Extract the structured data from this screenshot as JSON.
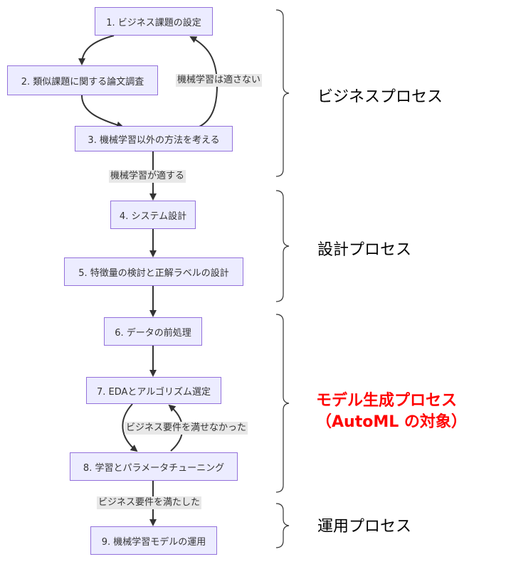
{
  "nodes": {
    "n1": "1. ビジネス課題の設定",
    "n2": "2. 類似課題に関する論文調査",
    "n3": "3. 機械学習以外の方法を考える",
    "n4": "4. システム設計",
    "n5": "5. 特徴量の検討と正解ラベルの設計",
    "n6": "6. データの前処理",
    "n7": "7. EDAとアルゴリズム選定",
    "n8": "8. 学習とパラメータチューニング",
    "n9": "9. 機械学習モデルの運用"
  },
  "edge_labels": {
    "ml_not_suitable": "機械学習は適さない",
    "ml_suitable": "機械学習が適する",
    "biz_not_met": "ビジネス要件を満せなかった",
    "biz_met": "ビジネス要件を満たした"
  },
  "groups": {
    "business": "ビジネスプロセス",
    "design": "設計プロセス",
    "model_line1": "モデル生成プロセス",
    "model_line2": "（AutoML の対象）",
    "operation": "運用プロセス"
  },
  "colors": {
    "node_fill": "#ececff",
    "node_border": "#9370db",
    "edge": "#333333",
    "label_bg": "#e8e8e8",
    "highlight": "#ff0000"
  }
}
